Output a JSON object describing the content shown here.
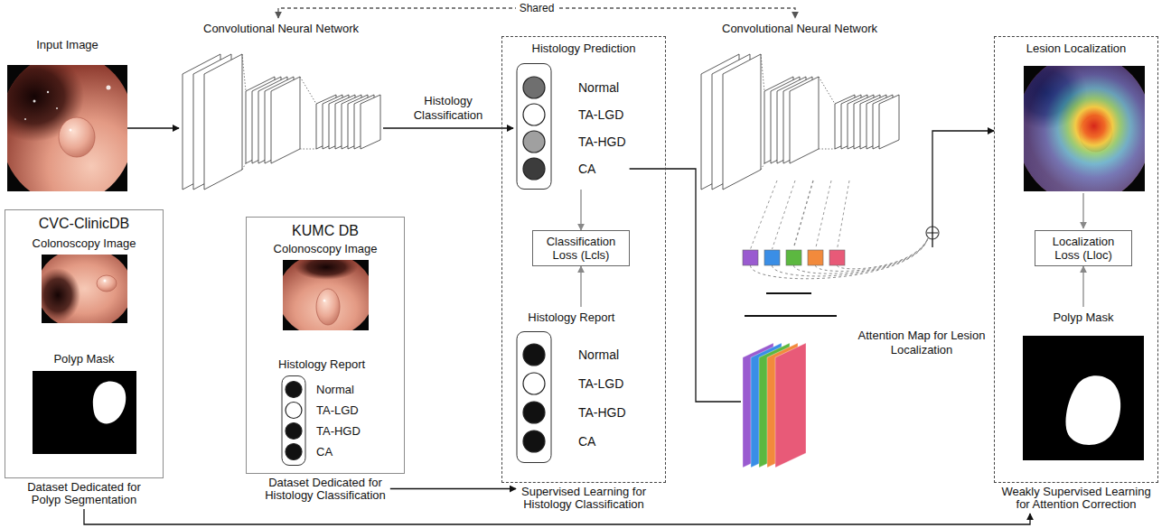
{
  "diagram": {
    "nodes": [
      {
        "text": [
          "Input Image"
        ]
      },
      {
        "text": [
          "Convolutional Neural Network"
        ]
      },
      {
        "text": [
          "Histology Prediction",
          "Supervised Learning for Histology Classification"
        ]
      },
      {
        "text": [
          "Normal",
          "TA-LGD",
          "TA-HGD",
          "CA"
        ],
        "in": 2
      },
      {
        "text": [
          "Classification Loss (Lcls)"
        ],
        "in": 2
      },
      {
        "text": [
          "Histology Report",
          "Normal",
          "TA-LGD",
          "TA-HGD",
          "CA"
        ],
        "in": 2
      },
      {
        "text": [
          "Convolutional Neural Network"
        ]
      },
      {
        "text": [
          "Attention Map for Lesion Localization"
        ]
      },
      {
        "text": [
          "Lesion Localization",
          "Weakly Supervised Learning for Attention Correction"
        ]
      },
      {
        "text": [
          "Localization Loss (Lloc)"
        ],
        "in": 8
      },
      {
        "text": [
          "Polyp Mask"
        ],
        "in": 8
      },
      {
        "text": [
          "CVC-ClinicDB",
          "Dataset Dedicated for Polyp Segmentation"
        ]
      },
      {
        "text": [
          "Colonoscopy Image"
        ],
        "in": 11
      },
      {
        "text": [
          "Polyp Mask"
        ],
        "in": 11
      },
      {
        "text": [
          "KUMC DB",
          "Dataset Dedicated for Histology Classification"
        ]
      },
      {
        "text": [
          "Colonoscopy Image"
        ],
        "in": 14
      },
      {
        "text": [
          "Histology Report",
          "Normal",
          "TA-LGD",
          "TA-HGD",
          "CA"
        ],
        "in": 14
      }
    ],
    "edges": [
      {
        "from": 0,
        "to": 1,
        "arrow": "to"
      },
      {
        "from": 1,
        "to": 3,
        "label": "Histology Classification",
        "arrow": "to"
      },
      {
        "from": 1,
        "to": 6,
        "label": "Shared",
        "arrow": "both"
      },
      {
        "from": 3,
        "to": 4,
        "arrow": "to"
      },
      {
        "from": 5,
        "to": 4,
        "arrow": "to"
      },
      {
        "from": 3,
        "to": 7,
        "arrow": "none"
      },
      {
        "from": 6,
        "to": 7,
        "arrow": "none"
      },
      {
        "from": 7,
        "to": 8,
        "arrow": "to"
      },
      {
        "from": 10,
        "to": 9,
        "arrow": "to"
      },
      {
        "from": 14,
        "to": 2,
        "arrow": "to"
      },
      {
        "from": 11,
        "to": 8,
        "arrow": "to"
      }
    ]
  }
}
